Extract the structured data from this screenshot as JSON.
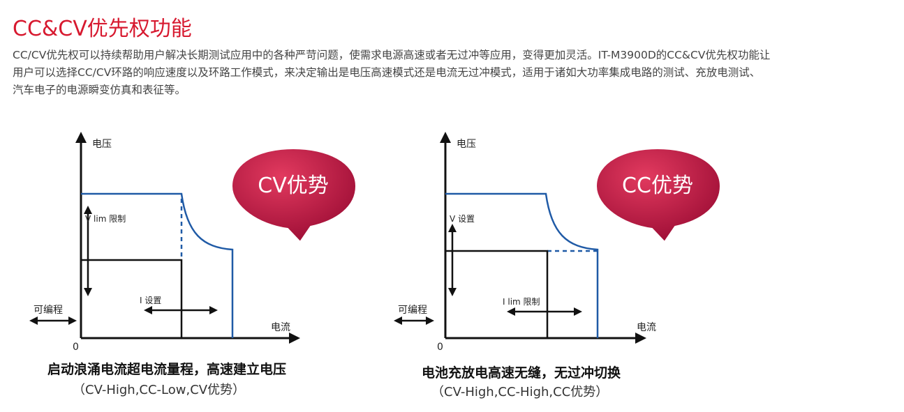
{
  "title": "CC&CV优先权功能",
  "intro": [
    "CC/CV优先权可以持续帮助用户解决长期测试应用中的各种严苛问题，使需求电源高速或者无过冲等应用，变得更加灵活。IT-M3900D的CC&CV优先权功能让",
    "用户可以选择CC/CV环路的响应速度以及环路工作模式，来决定输出是电压高速模式还是电流无过冲模式，适用于诸如大功率集成电路的测试、充放电测试、",
    "汽车电子的电源瞬变仿真和表征等。"
  ],
  "colors": {
    "accent": "#d7192f",
    "curve": "#1f5aa6",
    "bubble": "#b5123f"
  },
  "diagrams": [
    {
      "y_axis": "电压",
      "x_axis": "电流",
      "origin": "0",
      "programmable": "可编程",
      "v_label": "V lim 限制",
      "i_label": "I 设置",
      "bubble": "CV优势",
      "caption": "启动浪涌电流超电流量程，高速建立电压",
      "sub": "（CV-High,CC-Low,CV优势）"
    },
    {
      "y_axis": "电压",
      "x_axis": "电流",
      "origin": "0",
      "programmable": "可编程",
      "v_label": "V 设置",
      "i_label": "I lim 限制",
      "bubble": "CC优势",
      "caption": "电池充放电高速无缝，无过冲切换",
      "sub": "（CV-High,CC-High,CC优势）"
    }
  ]
}
